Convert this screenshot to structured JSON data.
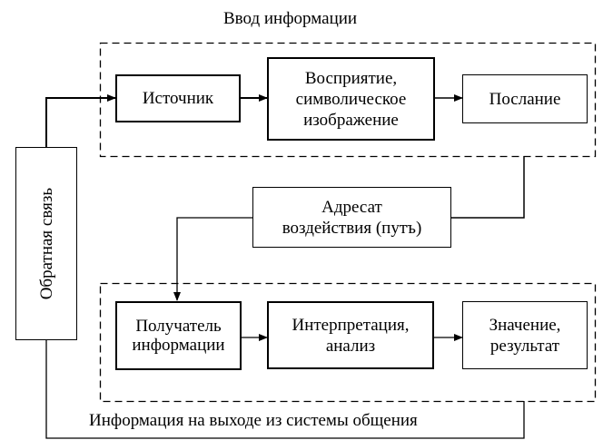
{
  "diagram": {
    "input_group_title": "Ввод информации",
    "output_caption": "Информация на выходе из системы общения",
    "feedback_label": "Обратная связь",
    "top_row": [
      {
        "id": "source",
        "label": "Источник"
      },
      {
        "id": "perception",
        "label": "Восприятие,\nсимволическое\nизображение"
      },
      {
        "id": "message",
        "label": "Послание"
      }
    ],
    "channel": {
      "label": "Адресат\nвоздействия (путъ)"
    },
    "bottom_row": [
      {
        "id": "receiver",
        "label": "Получатель\nинформации"
      },
      {
        "id": "interpretation",
        "label": "Интерпретация,\nанализ"
      },
      {
        "id": "meaning",
        "label": "Значение,\nрезультат"
      }
    ]
  }
}
